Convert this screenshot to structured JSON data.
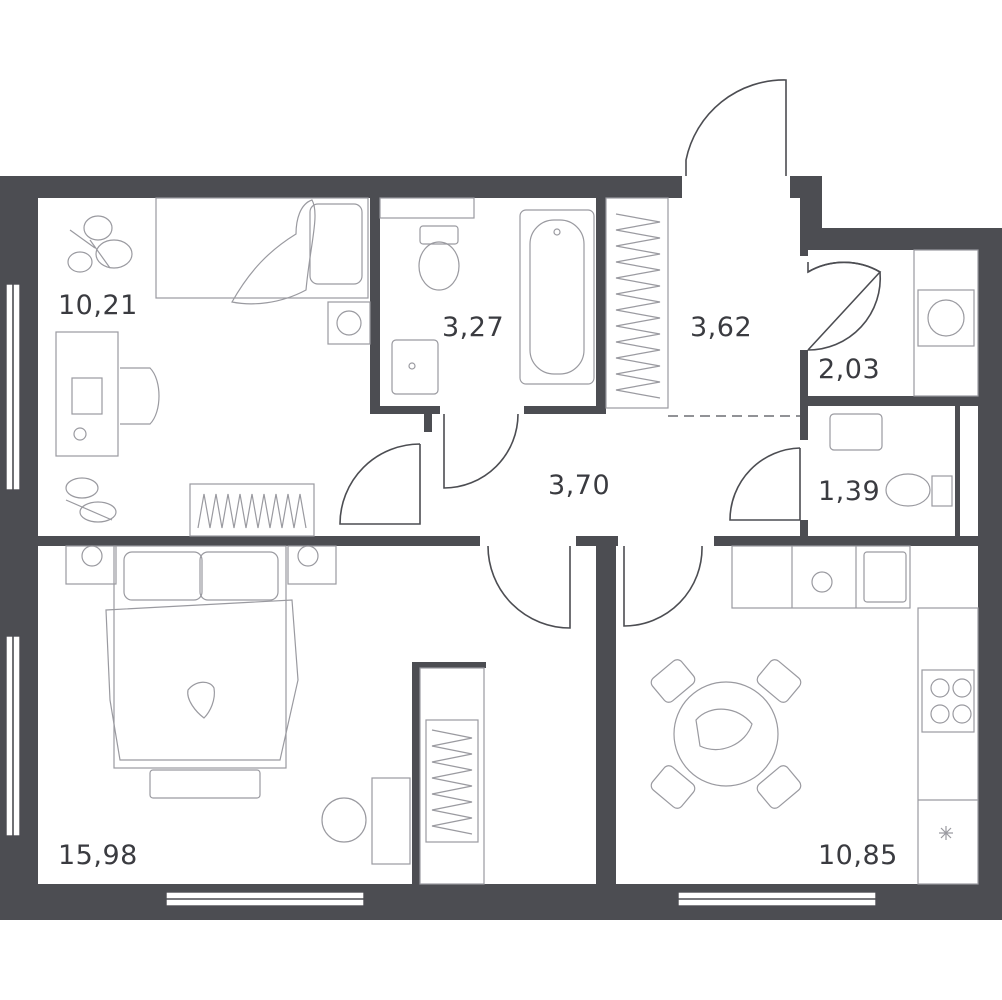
{
  "rooms": [
    {
      "id": "bedroom-small",
      "area": "10,21"
    },
    {
      "id": "bathroom",
      "area": "3,27"
    },
    {
      "id": "hall-entry",
      "area": "3,62"
    },
    {
      "id": "laundry",
      "area": "2,03"
    },
    {
      "id": "corridor",
      "area": "3,70"
    },
    {
      "id": "toilet",
      "area": "1,39"
    },
    {
      "id": "bedroom-master",
      "area": "15,98"
    },
    {
      "id": "kitchen",
      "area": "10,85"
    }
  ],
  "colors": {
    "wall": "#4c4d52",
    "furniture": "#9a9aa0",
    "background": "#ffffff"
  }
}
